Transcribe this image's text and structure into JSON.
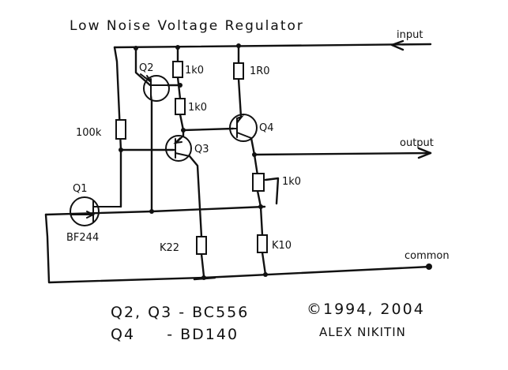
{
  "title": "Low Noise Voltage Regulator",
  "terminals": {
    "input": "input",
    "output": "output",
    "common": "common"
  },
  "components": {
    "q1": {
      "ref": "Q1",
      "part": "BF244"
    },
    "q2": {
      "ref": "Q2"
    },
    "q3": {
      "ref": "Q3"
    },
    "q4": {
      "ref": "Q4"
    },
    "r_q2_top": "1k0",
    "r_q2_mid": "1k0",
    "r_q4": "1R0",
    "r_bias": "100k",
    "r_out": "1k0",
    "r_q3": "K22",
    "r_bottom": "K10"
  },
  "parts_list": {
    "line1": "Q2, Q3 - BC556",
    "line2": "Q4     - BD140"
  },
  "credits": {
    "copyright": "©1994, 2004",
    "author": "ALEX NIKITIN"
  }
}
